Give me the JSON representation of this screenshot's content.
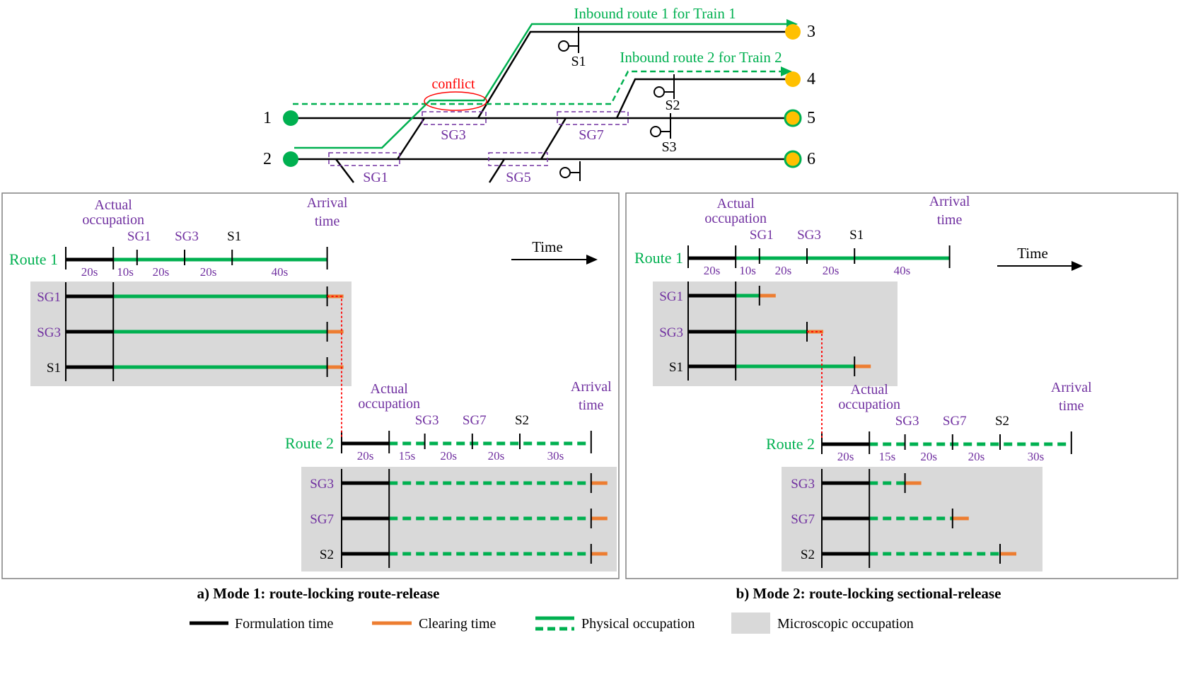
{
  "colors": {
    "formulation": "#000000",
    "physical": "#00b050",
    "clearing": "#ed7d31",
    "microscopic": "#d9d9d9",
    "section_label": "#7030a0",
    "conflict": "#ff0000",
    "end_node": "#ffc000"
  },
  "track": {
    "route1_label": "Inbound route 1 for Train 1",
    "route2_label": "Inbound route 2 for Train 2",
    "conflict_label": "conflict",
    "start_nodes": [
      "1",
      "2"
    ],
    "end_nodes": [
      "3",
      "4",
      "5",
      "6"
    ],
    "switch_groups": [
      "SG1",
      "SG3",
      "SG5",
      "SG7"
    ],
    "signals": [
      "S1",
      "S2",
      "S3"
    ]
  },
  "panels": [
    {
      "caption": "a) Mode 1: route-locking route-release",
      "release_mode": "route",
      "time_label": "Time",
      "route1": {
        "name": "Route 1",
        "actual_label": [
          "Actual",
          "occupation"
        ],
        "arrival_label": [
          "Arrival",
          "time"
        ],
        "markers": [
          "SG1",
          "SG3",
          "S1"
        ],
        "durations": [
          "20s",
          "10s",
          "20s",
          "20s",
          "40s"
        ],
        "rows": [
          "SG1",
          "SG3",
          "S1"
        ]
      },
      "route2": {
        "name": "Route 2",
        "actual_label": [
          "Actual",
          "occupation"
        ],
        "arrival_label": [
          "Arrival",
          "time"
        ],
        "markers": [
          "SG3",
          "SG7",
          "S2"
        ],
        "durations": [
          "20s",
          "15s",
          "20s",
          "20s",
          "30s"
        ],
        "rows": [
          "SG3",
          "SG7",
          "S2"
        ]
      }
    },
    {
      "caption": "b) Mode 2: route-locking sectional-release",
      "release_mode": "sectional",
      "time_label": "Time",
      "route1": {
        "name": "Route 1",
        "actual_label": [
          "Actual",
          "occupation"
        ],
        "arrival_label": [
          "Arrival",
          "time"
        ],
        "markers": [
          "SG1",
          "SG3",
          "S1"
        ],
        "durations": [
          "20s",
          "10s",
          "20s",
          "20s",
          "40s"
        ],
        "rows": [
          "SG1",
          "SG3",
          "S1"
        ]
      },
      "route2": {
        "name": "Route 2",
        "actual_label": [
          "Actual",
          "occupation"
        ],
        "arrival_label": [
          "Arrival",
          "time"
        ],
        "markers": [
          "SG3",
          "SG7",
          "S2"
        ],
        "durations": [
          "20s",
          "15s",
          "20s",
          "20s",
          "30s"
        ],
        "rows": [
          "SG3",
          "SG7",
          "S2"
        ]
      }
    }
  ],
  "legend": {
    "formulation": "Formulation time",
    "clearing": "Clearing time",
    "physical": "Physical occupation",
    "microscopic": "Microscopic occupation"
  }
}
